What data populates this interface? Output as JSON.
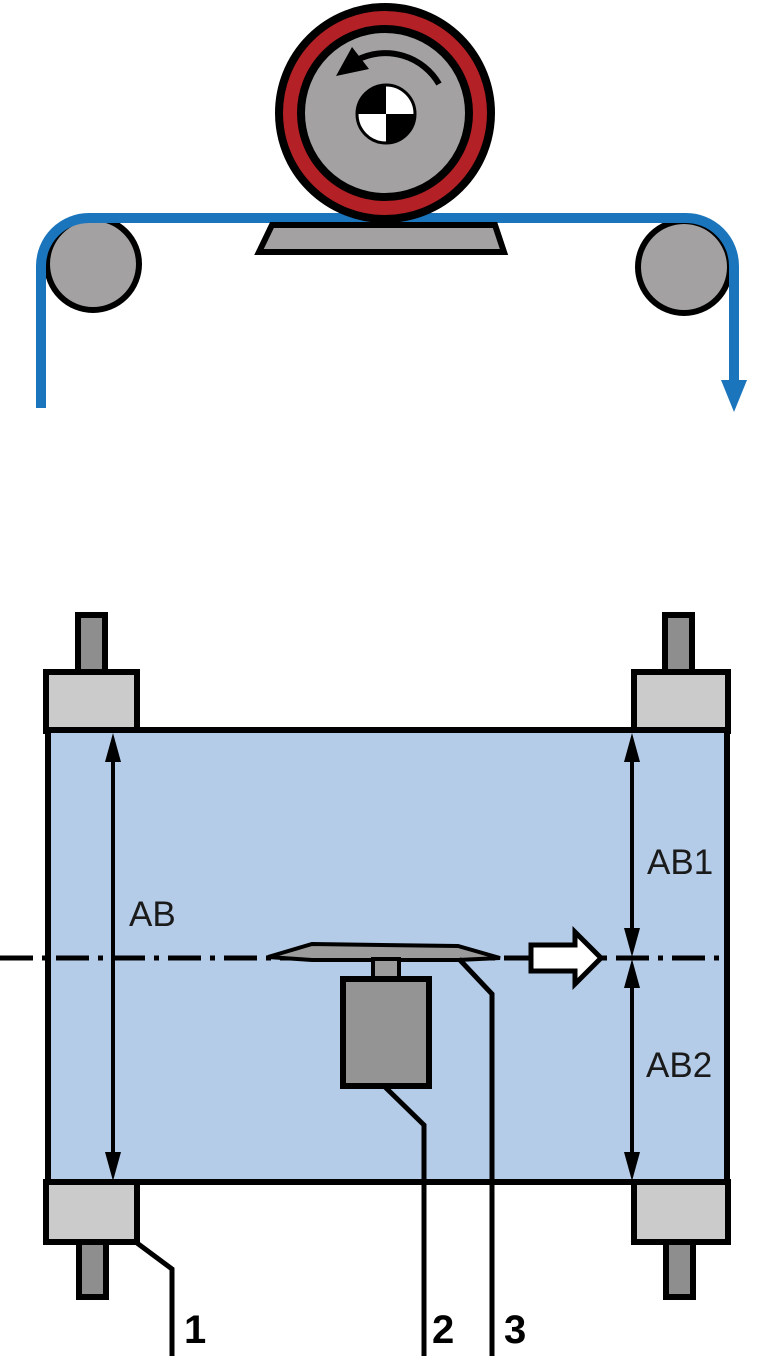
{
  "diagram": {
    "description": "Technical schematic: top view shows a drum with rotation arrow and center-of-mass symbol riding on a web over two guide rollers; bottom view shows web working width cross-section with dimension arrows and numbered callouts",
    "labels": {
      "ab": "AB",
      "ab1": "AB1",
      "ab2": "AB2"
    },
    "callouts": {
      "c1": "1",
      "c2": "2",
      "c3": "3"
    },
    "icons": {
      "rotation": "counterclockwise-arrow",
      "center_mass": "center-of-mass-symbol",
      "flow": "right-block-arrow",
      "web_end": "down-arrow"
    },
    "colors": {
      "web_blue": "#1b75bc",
      "panel_blue": "#b5cce9",
      "machine_gray": "#a3a1a2",
      "ring_red": "#b32025",
      "bearing_gray": "#cbcbcb",
      "shaft_gray": "#8e8e8e",
      "holder_gray": "#949494",
      "outline_black": "#000000",
      "arrow_white": "#ffffff"
    }
  }
}
